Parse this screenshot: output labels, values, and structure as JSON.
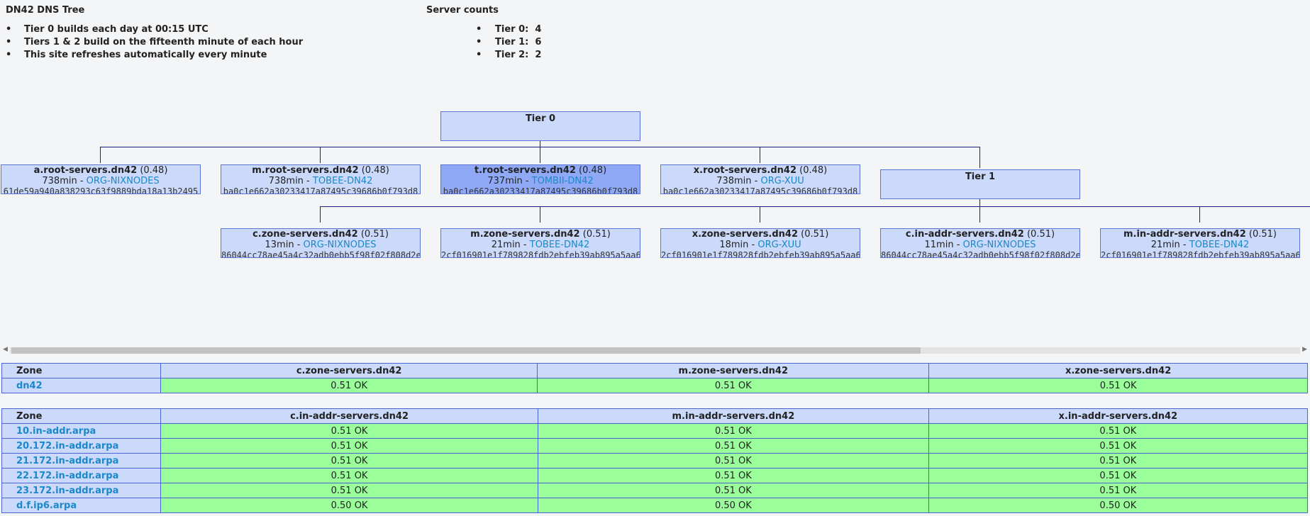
{
  "header": {
    "title": "DN42 DNS Tree",
    "notes": [
      "Tier 0 builds each day at 00:15 UTC",
      "Tiers 1 & 2 build on the fifteenth minute of each hour",
      "This site refreshes automatically every minute"
    ],
    "counts_title": "Server counts",
    "counts": [
      {
        "label": "Tier 0:",
        "value": "4"
      },
      {
        "label": "Tier 1:",
        "value": "6"
      },
      {
        "label": "Tier 2:",
        "value": "2"
      }
    ]
  },
  "tree": {
    "tier0_label": "Tier 0",
    "tier1_label": "Tier 1",
    "tier0_nodes": [
      {
        "name": "a.root-servers.dn42",
        "lat": "(0.48)",
        "age": "738min - ",
        "org": "ORG-NIXNODES",
        "hash": "61de59a940a838293c63f9889bda18a13b2495"
      },
      {
        "name": "m.root-servers.dn42",
        "lat": "(0.48)",
        "age": "738min - ",
        "org": "TOBEE-DN42",
        "hash": "ba0c1e662a30233417a87495c39686b0f793d8"
      },
      {
        "name": "t.root-servers.dn42",
        "lat": "(0.48)",
        "age": "737min - ",
        "org": "TOMBII-DN42",
        "hash": "ba0c1e662a30233417a87495c39686b0f793d8"
      },
      {
        "name": "x.root-servers.dn42",
        "lat": "(0.48)",
        "age": "738min - ",
        "org": "ORG-XUU",
        "hash": "ba0c1e662a30233417a87495c39686b0f793d8"
      }
    ],
    "tier1_nodes": [
      {
        "name": "c.zone-servers.dn42",
        "lat": "(0.51)",
        "age": "13min - ",
        "org": "ORG-NIXNODES",
        "hash": "86044cc78ae45a4c32adb0ebb5f98f02f808d2e"
      },
      {
        "name": "m.zone-servers.dn42",
        "lat": "(0.51)",
        "age": "21min - ",
        "org": "TOBEE-DN42",
        "hash": "2cf016901e1f789828fdb2ebfeb39ab895a5aa6"
      },
      {
        "name": "x.zone-servers.dn42",
        "lat": "(0.51)",
        "age": "18min - ",
        "org": "ORG-XUU",
        "hash": "2cf016901e1f789828fdb2ebfeb39ab895a5aa6"
      },
      {
        "name": "c.in-addr-servers.dn42",
        "lat": "(0.51)",
        "age": "11min - ",
        "org": "ORG-NIXNODES",
        "hash": "86044cc78ae45a4c32adb0ebb5f98f02f808d2e"
      },
      {
        "name": "m.in-addr-servers.dn42",
        "lat": "(0.51)",
        "age": "21min - ",
        "org": "TOBEE-DN42",
        "hash": "2cf016901e1f789828fdb2ebfeb39ab895a5aa6"
      }
    ]
  },
  "table1": {
    "headers": [
      "Zone",
      "c.zone-servers.dn42",
      "m.zone-servers.dn42",
      "x.zone-servers.dn42"
    ],
    "rows": [
      {
        "zone": "dn42",
        "cells": [
          "0.51 OK",
          "0.51 OK",
          "0.51 OK"
        ]
      }
    ]
  },
  "table2": {
    "headers": [
      "Zone",
      "c.in-addr-servers.dn42",
      "m.in-addr-servers.dn42",
      "x.in-addr-servers.dn42"
    ],
    "rows": [
      {
        "zone": "10.in-addr.arpa",
        "cells": [
          "0.51 OK",
          "0.51 OK",
          "0.51 OK"
        ]
      },
      {
        "zone": "20.172.in-addr.arpa",
        "cells": [
          "0.51 OK",
          "0.51 OK",
          "0.51 OK"
        ]
      },
      {
        "zone": "21.172.in-addr.arpa",
        "cells": [
          "0.51 OK",
          "0.51 OK",
          "0.51 OK"
        ]
      },
      {
        "zone": "22.172.in-addr.arpa",
        "cells": [
          "0.51 OK",
          "0.51 OK",
          "0.51 OK"
        ]
      },
      {
        "zone": "23.172.in-addr.arpa",
        "cells": [
          "0.51 OK",
          "0.51 OK",
          "0.51 OK"
        ]
      },
      {
        "zone": "d.f.ip6.arpa",
        "cells": [
          "0.50 OK",
          "0.50 OK",
          "0.50 OK"
        ]
      }
    ]
  },
  "colors": {
    "node_bg": "#cbd9fb",
    "node_selected": "#8fa9f7",
    "ok_bg": "#9aff9a",
    "link": "#1a88c9",
    "border": "#4c63d4"
  }
}
